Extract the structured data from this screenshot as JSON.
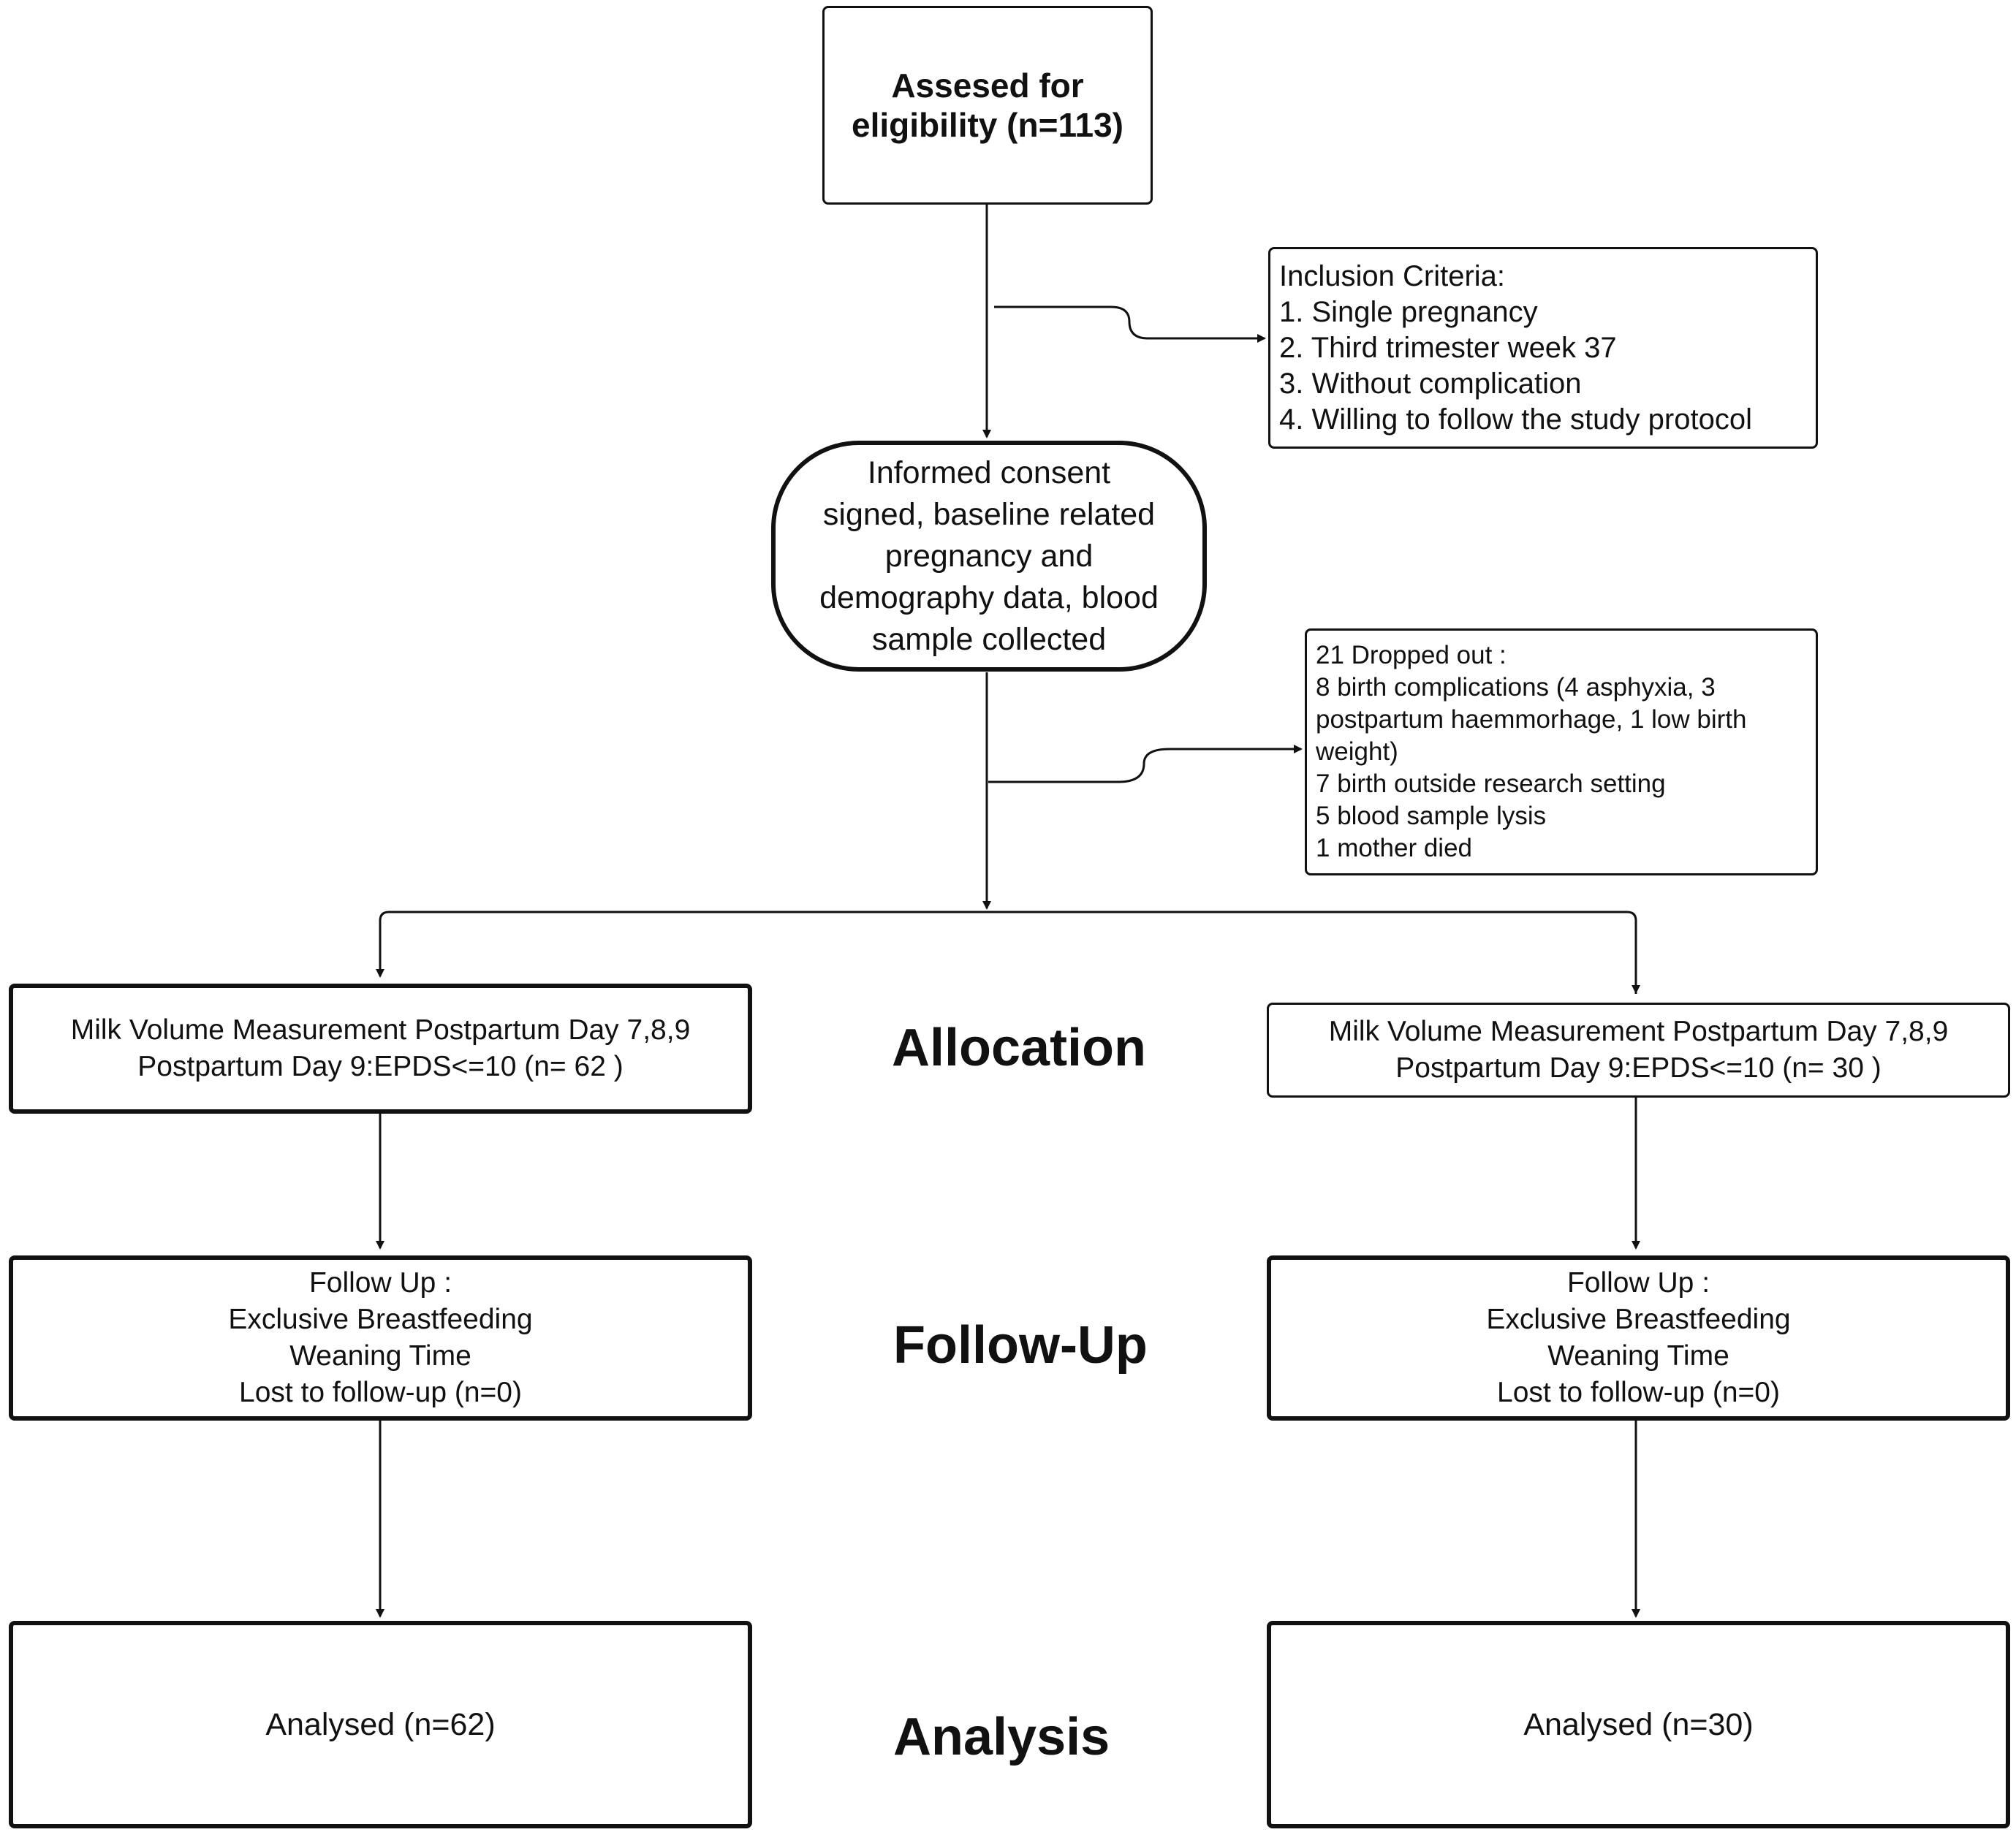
{
  "diagram": {
    "eligibility": {
      "lines": [
        "Assesed for",
        "eligibility (n=113)"
      ]
    },
    "inclusion": {
      "lines": [
        "Inclusion Criteria:",
        "1. Single pregnancy",
        "2. Third trimester week 37",
        "3. Without complication",
        "4. Willing to follow the study protocol"
      ]
    },
    "consent": {
      "lines": [
        "Informed consent",
        "signed, baseline related",
        "pregnancy and",
        "demography data, blood",
        "sample collected"
      ]
    },
    "dropout": {
      "lines": [
        "21 Dropped out :",
        "8 birth complications (4 asphyxia, 3",
        "postpartum haemmorhage, 1 low birth",
        "weight)",
        "7 birth outside research setting",
        "5 blood sample lysis",
        "1 mother died"
      ]
    },
    "phases": {
      "allocation": "Allocation",
      "followup": "Follow-Up",
      "analysis": "Analysis"
    },
    "left": {
      "allocation": [
        "Milk Volume Measurement Postpartum Day 7,8,9",
        "Postpartum Day 9:EPDS<=10 (n= 62 )"
      ],
      "followup": [
        "Follow Up :",
        "Exclusive Breastfeeding",
        "Weaning Time",
        "Lost to follow-up (n=0)"
      ],
      "analysis": [
        "Analysed  (n=62)"
      ]
    },
    "right": {
      "allocation": [
        "Milk Volume Measurement Postpartum Day 7,8,9",
        "Postpartum Day 9:EPDS<=10 (n= 30 )"
      ],
      "followup": [
        "Follow Up :",
        "Exclusive Breastfeeding",
        "Weaning Time",
        "Lost to follow-up (n=0)"
      ],
      "analysis": [
        "Analysed (n=30)"
      ]
    }
  }
}
